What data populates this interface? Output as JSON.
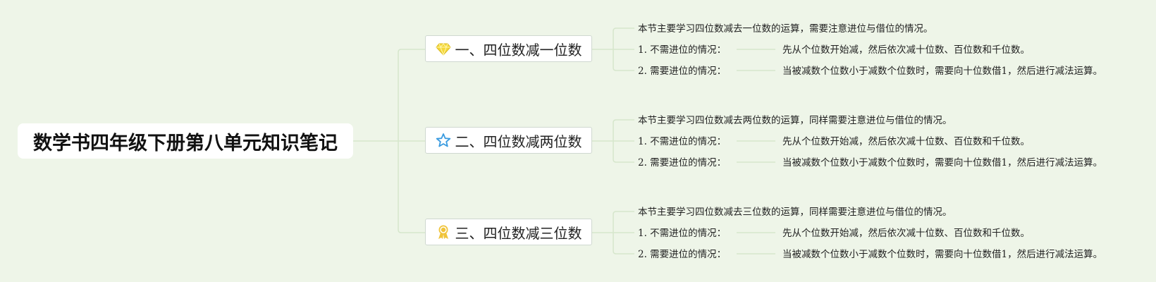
{
  "root": {
    "title": "数学书四年级下册第八单元知识笔记"
  },
  "colors": {
    "background": "#eef5e8",
    "line": "#d6e6cc",
    "gem": "#f5d83a",
    "star": "#3a9be0",
    "badge": "#f0c43a"
  },
  "sections": [
    {
      "title": "一、四位数减一位数",
      "icon": "gem-icon",
      "summary": "本节主要学习四位数减去一位数的运算，需要注意进位与借位的情况。",
      "items": [
        {
          "label": "1. 不需进位的情况：",
          "detail": "先从个位数开始减，然后依次减十位数、百位数和千位数。"
        },
        {
          "label": "2. 需要进位的情况：",
          "detail": "当被减数个位数小于减数个位数时，需要向十位数借1，然后进行减法运算。"
        }
      ]
    },
    {
      "title": "二、四位数减两位数",
      "icon": "star-icon",
      "summary": "本节主要学习四位数减去两位数的运算，同样需要注意进位与借位的情况。",
      "items": [
        {
          "label": "1. 不需进位的情况：",
          "detail": "先从个位数开始减，然后依次减十位数、百位数和千位数。"
        },
        {
          "label": "2. 需要进位的情况：",
          "detail": "当被减数个位数小于减数个位数时，需要向十位数借1，然后进行减法运算。"
        }
      ]
    },
    {
      "title": "三、四位数减三位数",
      "icon": "ribbon-badge-icon",
      "summary": "本节主要学习四位数减去三位数的运算，同样需要注意进位与借位的情况。",
      "items": [
        {
          "label": "1. 不需进位的情况：",
          "detail": "先从个位数开始减，然后依次减十位数、百位数和千位数。"
        },
        {
          "label": "2. 需要进位的情况：",
          "detail": "当被减数个位数小于减数个位数时，需要向十位数借1，然后进行减法运算。"
        }
      ]
    }
  ]
}
